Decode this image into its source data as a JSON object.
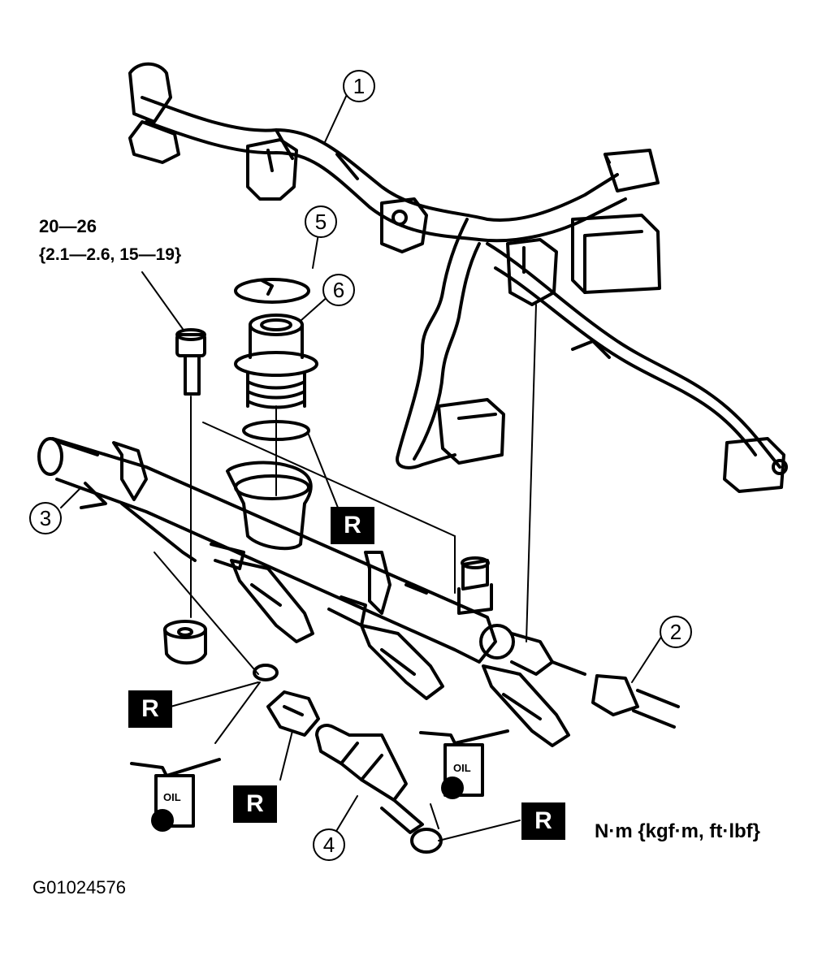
{
  "callouts": [
    "1",
    "2",
    "3",
    "4",
    "5",
    "6"
  ],
  "torque": {
    "value": "20—26",
    "range": "{2.1—2.6, 15—19}"
  },
  "replace_badge": "R",
  "oil_label": "OIL",
  "unit_note": "N·m {kgf·m, ft·lbf}",
  "figure_id": "G01024576",
  "colors": {
    "ink": "#000000",
    "paper": "#ffffff"
  }
}
